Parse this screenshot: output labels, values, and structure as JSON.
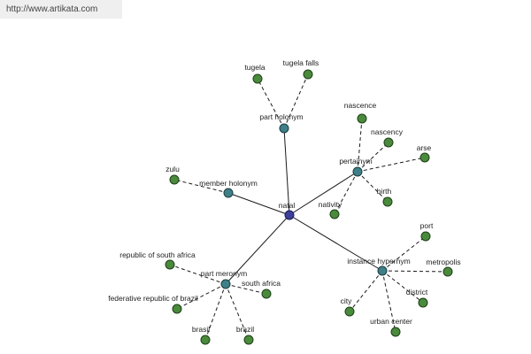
{
  "watermark": "http://www.artikata.com",
  "center": {
    "id": "natal",
    "label": "natal"
  },
  "relations": [
    {
      "id": "part-holonym",
      "label": "part holonym",
      "leaves": [
        {
          "id": "tugela",
          "label": "tugela"
        },
        {
          "id": "tugela-falls",
          "label": "tugela falls"
        }
      ]
    },
    {
      "id": "pertainym",
      "label": "pertainym",
      "leaves": [
        {
          "id": "nascence",
          "label": "nascence"
        },
        {
          "id": "nascency",
          "label": "nascency"
        },
        {
          "id": "arse",
          "label": "arse"
        },
        {
          "id": "birth",
          "label": "birth"
        },
        {
          "id": "nativity",
          "label": "nativity"
        }
      ]
    },
    {
      "id": "member-holonym",
      "label": "member holonym",
      "leaves": [
        {
          "id": "zulu",
          "label": "zulu"
        }
      ]
    },
    {
      "id": "instance-hypernym",
      "label": "instance hypernym",
      "leaves": [
        {
          "id": "port",
          "label": "port"
        },
        {
          "id": "metropolis",
          "label": "metropolis"
        },
        {
          "id": "district",
          "label": "district"
        },
        {
          "id": "urban-center",
          "label": "urban center"
        },
        {
          "id": "city",
          "label": "city"
        }
      ]
    },
    {
      "id": "part-meronym",
      "label": "part meronym",
      "leaves": [
        {
          "id": "republic-of-south-africa",
          "label": "republic of south africa"
        },
        {
          "id": "south-africa",
          "label": "south africa"
        },
        {
          "id": "federative-republic-of-brazil",
          "label": "federative republic of brazil"
        },
        {
          "id": "brasil",
          "label": "brasil"
        },
        {
          "id": "brazil",
          "label": "brazil"
        }
      ]
    }
  ]
}
